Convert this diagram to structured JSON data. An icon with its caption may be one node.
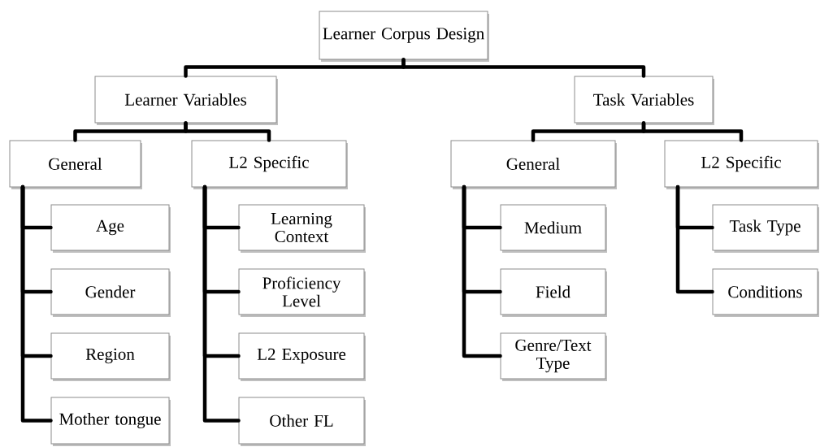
{
  "diagram": {
    "nodes": [
      {
        "text": [
          "Learner Corpus Design"
        ]
      },
      {
        "text": [
          "Learner Variables"
        ]
      },
      {
        "text": [
          "General"
        ]
      },
      {
        "text": [
          "Age"
        ]
      },
      {
        "text": [
          "Gender"
        ]
      },
      {
        "text": [
          "Region"
        ]
      },
      {
        "text": [
          "Mother tongue"
        ]
      },
      {
        "text": [
          "L2 Specific"
        ]
      },
      {
        "text": [
          "Learning Context"
        ]
      },
      {
        "text": [
          "Proficiency Level"
        ]
      },
      {
        "text": [
          "L2 Exposure"
        ]
      },
      {
        "text": [
          "Other FL"
        ]
      },
      {
        "text": [
          "Task Variables"
        ]
      },
      {
        "text": [
          "General"
        ]
      },
      {
        "text": [
          "Medium"
        ]
      },
      {
        "text": [
          "Field"
        ]
      },
      {
        "text": [
          "Genre/Text Type"
        ]
      },
      {
        "text": [
          "L2 Specific"
        ]
      },
      {
        "text": [
          "Task Type"
        ]
      },
      {
        "text": [
          "Conditions"
        ]
      }
    ],
    "edges": [
      {
        "from": 0,
        "to": 1,
        "arrow": "none"
      },
      {
        "from": 0,
        "to": 12,
        "arrow": "none"
      },
      {
        "from": 1,
        "to": 2,
        "arrow": "none"
      },
      {
        "from": 1,
        "to": 7,
        "arrow": "none"
      },
      {
        "from": 2,
        "to": 3,
        "arrow": "none"
      },
      {
        "from": 2,
        "to": 4,
        "arrow": "none"
      },
      {
        "from": 2,
        "to": 5,
        "arrow": "none"
      },
      {
        "from": 2,
        "to": 6,
        "arrow": "none"
      },
      {
        "from": 7,
        "to": 8,
        "arrow": "none"
      },
      {
        "from": 7,
        "to": 9,
        "arrow": "none"
      },
      {
        "from": 7,
        "to": 10,
        "arrow": "none"
      },
      {
        "from": 7,
        "to": 11,
        "arrow": "none"
      },
      {
        "from": 12,
        "to": 13,
        "arrow": "none"
      },
      {
        "from": 12,
        "to": 17,
        "arrow": "none"
      },
      {
        "from": 13,
        "to": 14,
        "arrow": "none"
      },
      {
        "from": 13,
        "to": 15,
        "arrow": "none"
      },
      {
        "from": 13,
        "to": 16,
        "arrow": "none"
      },
      {
        "from": 17,
        "to": 18,
        "arrow": "none"
      },
      {
        "from": 17,
        "to": 19,
        "arrow": "none"
      }
    ]
  }
}
